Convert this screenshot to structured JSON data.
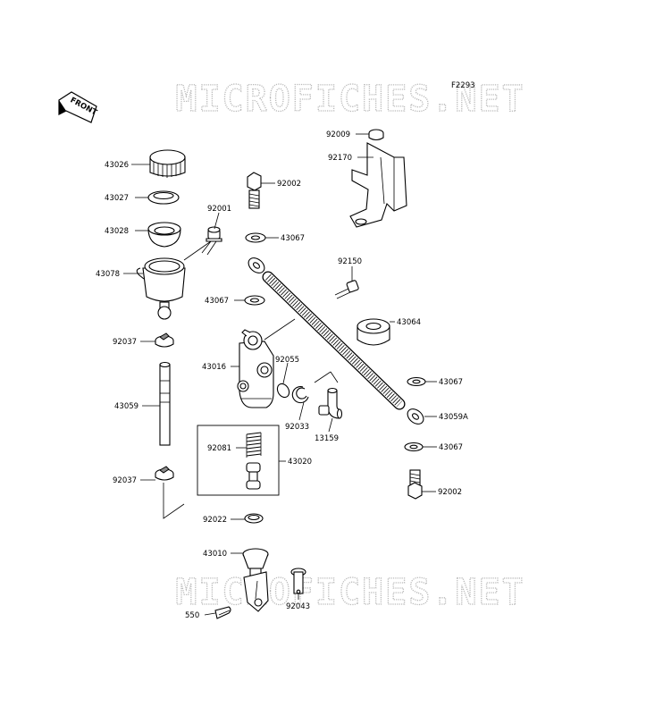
{
  "figure_code": "F2293",
  "front_label": "FRONT",
  "watermark_text": "MICROFICHES.NET",
  "parts": [
    {
      "id": "43026"
    },
    {
      "id": "43027"
    },
    {
      "id": "43028"
    },
    {
      "id": "43078"
    },
    {
      "id": "92001"
    },
    {
      "id": "92002"
    },
    {
      "id": "43067"
    },
    {
      "id": "43067"
    },
    {
      "id": "92037"
    },
    {
      "id": "43059"
    },
    {
      "id": "43016"
    },
    {
      "id": "92055"
    },
    {
      "id": "92033"
    },
    {
      "id": "13159"
    },
    {
      "id": "92081"
    },
    {
      "id": "43020"
    },
    {
      "id": "92037"
    },
    {
      "id": "92022"
    },
    {
      "id": "43010"
    },
    {
      "id": "550"
    },
    {
      "id": "92043"
    },
    {
      "id": "92009"
    },
    {
      "id": "92170"
    },
    {
      "id": "92150"
    },
    {
      "id": "43064"
    },
    {
      "id": "43067"
    },
    {
      "id": "43059A"
    },
    {
      "id": "43067"
    },
    {
      "id": "92002"
    }
  ]
}
